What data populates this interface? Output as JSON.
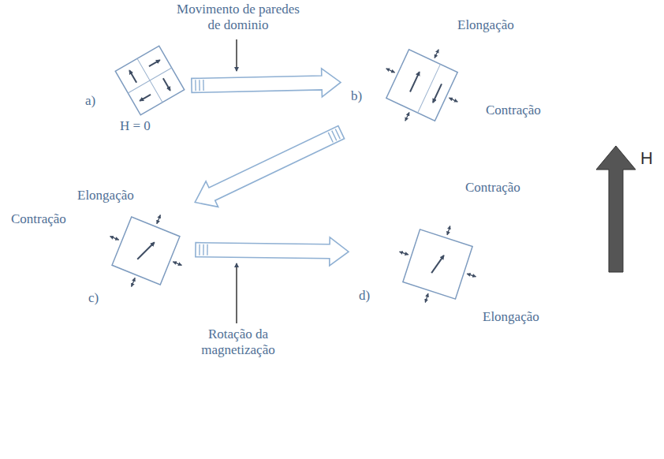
{
  "diagram": {
    "nodes": [
      {
        "text": [
          "a)",
          "H = 0"
        ]
      },
      {
        "text": [
          "b)",
          "Elongação",
          "Contração"
        ]
      },
      {
        "text": [
          "Elongação",
          "Contração",
          "c)"
        ]
      },
      {
        "text": [
          "d)",
          "Contração",
          "Elongação"
        ]
      }
    ],
    "edges": [
      {
        "from": 0,
        "to": 1,
        "arrow": "to"
      },
      {
        "from": 1,
        "to": 2,
        "arrow": "to"
      },
      {
        "from": 2,
        "to": 3,
        "arrow": "to"
      }
    ],
    "labels": [
      "Movimento de paredes de dominio",
      "Rotação da magnetização",
      "H"
    ]
  }
}
